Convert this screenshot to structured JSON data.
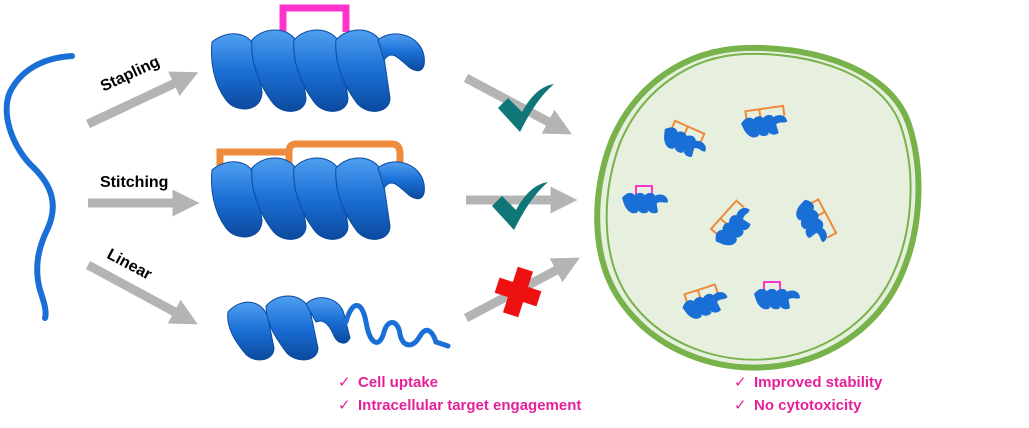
{
  "labels": {
    "stapling": "Stapling",
    "stitching": "Stitching",
    "linear": "Linear"
  },
  "benefits_left": [
    "Cell uptake",
    "Intracellular target engagement"
  ],
  "benefits_right": [
    "Improved stability",
    "No cytotoxicity"
  ],
  "check_glyph": "✓",
  "colors": {
    "helix": "#1a6fd6",
    "helix_dark": "#0c4a9e",
    "staple": "#ff33cc",
    "stitch": "#ee8a3c",
    "arrow": "#b4b4b4",
    "check": "#0f7777",
    "cross": "#ee1111",
    "cell_fill": "#e7efdf",
    "cell_border": "#77b24a",
    "benefit_text": "#e5219a"
  },
  "icons": {
    "success": "check-icon",
    "failure": "cross-icon"
  }
}
